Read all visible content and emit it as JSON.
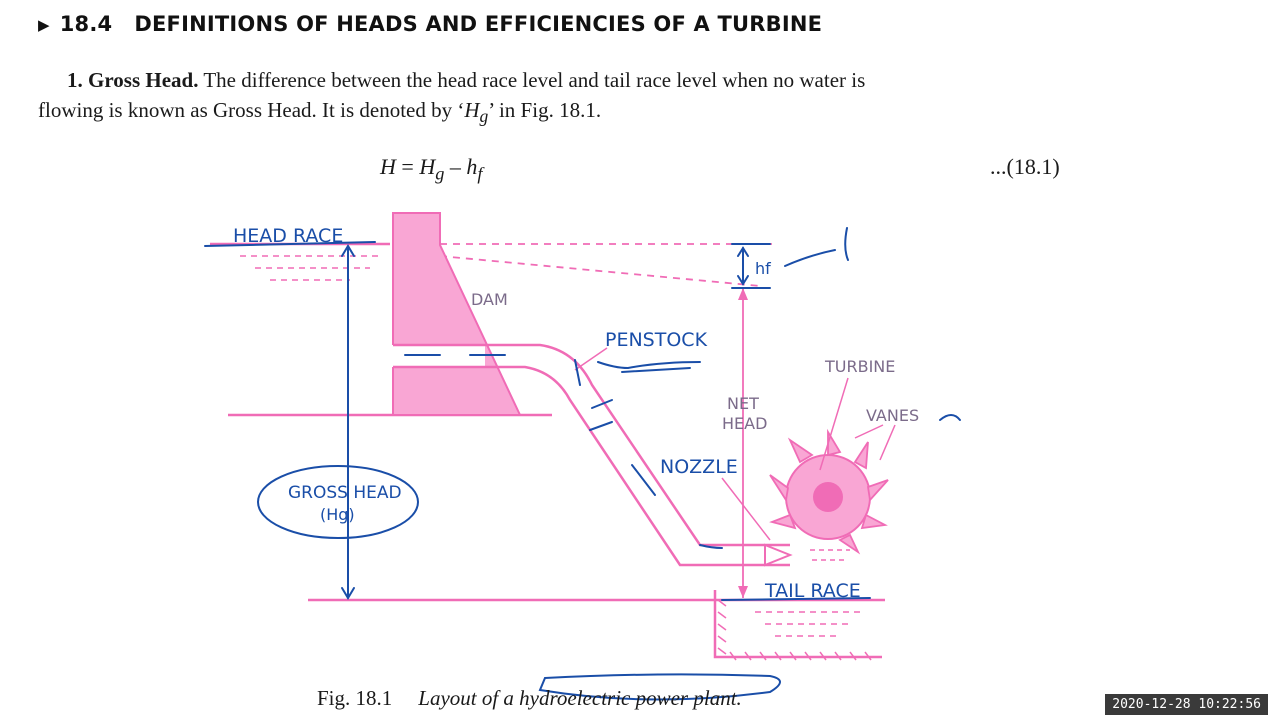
{
  "section": {
    "marker": "▶",
    "number": "18.4",
    "title": "DEFINITIONS OF HEADS AND EFFICIENCIES OF A TURBINE"
  },
  "paragraph": {
    "item_number": "1.",
    "term": "Gross Head.",
    "line1_rest": " The difference between the head race level and tail race level when no water is",
    "line2_pre": "flowing is known as Gross Head. It is denoted by ‘",
    "symbol_main": "H",
    "symbol_sub": "g",
    "line2_post": "’ in Fig. 18.1."
  },
  "equation": {
    "lhs": "H",
    "eq": " = ",
    "t1": "H",
    "t1_sub": "g",
    "minus": " – ",
    "t2": "h",
    "t2_sub": "f",
    "number": "...(18.1)"
  },
  "figure": {
    "labels": {
      "dam": "DAM",
      "net_head_1": "NET",
      "net_head_2": "HEAD",
      "turbine": "TURBINE",
      "vanes": "VANES"
    },
    "annotations": {
      "head_race": "HEAD RACE",
      "penstock": "PENSTOCK",
      "nozzle": "NOZZLE",
      "tail_race": "TAIL RACE",
      "gross_head_1": "GROSS HEAD",
      "gross_head_2": "(Hg)",
      "hf": "hf"
    },
    "caption_label": "Fig. 18.1",
    "caption_text": "Layout of a hydroelectric power plant."
  },
  "timestamp": "2020-12-28  10:22:56",
  "colors": {
    "pink": "#f06cb6",
    "pink_fill": "#f9a6d4",
    "ink_blue": "#1a4ea8"
  }
}
